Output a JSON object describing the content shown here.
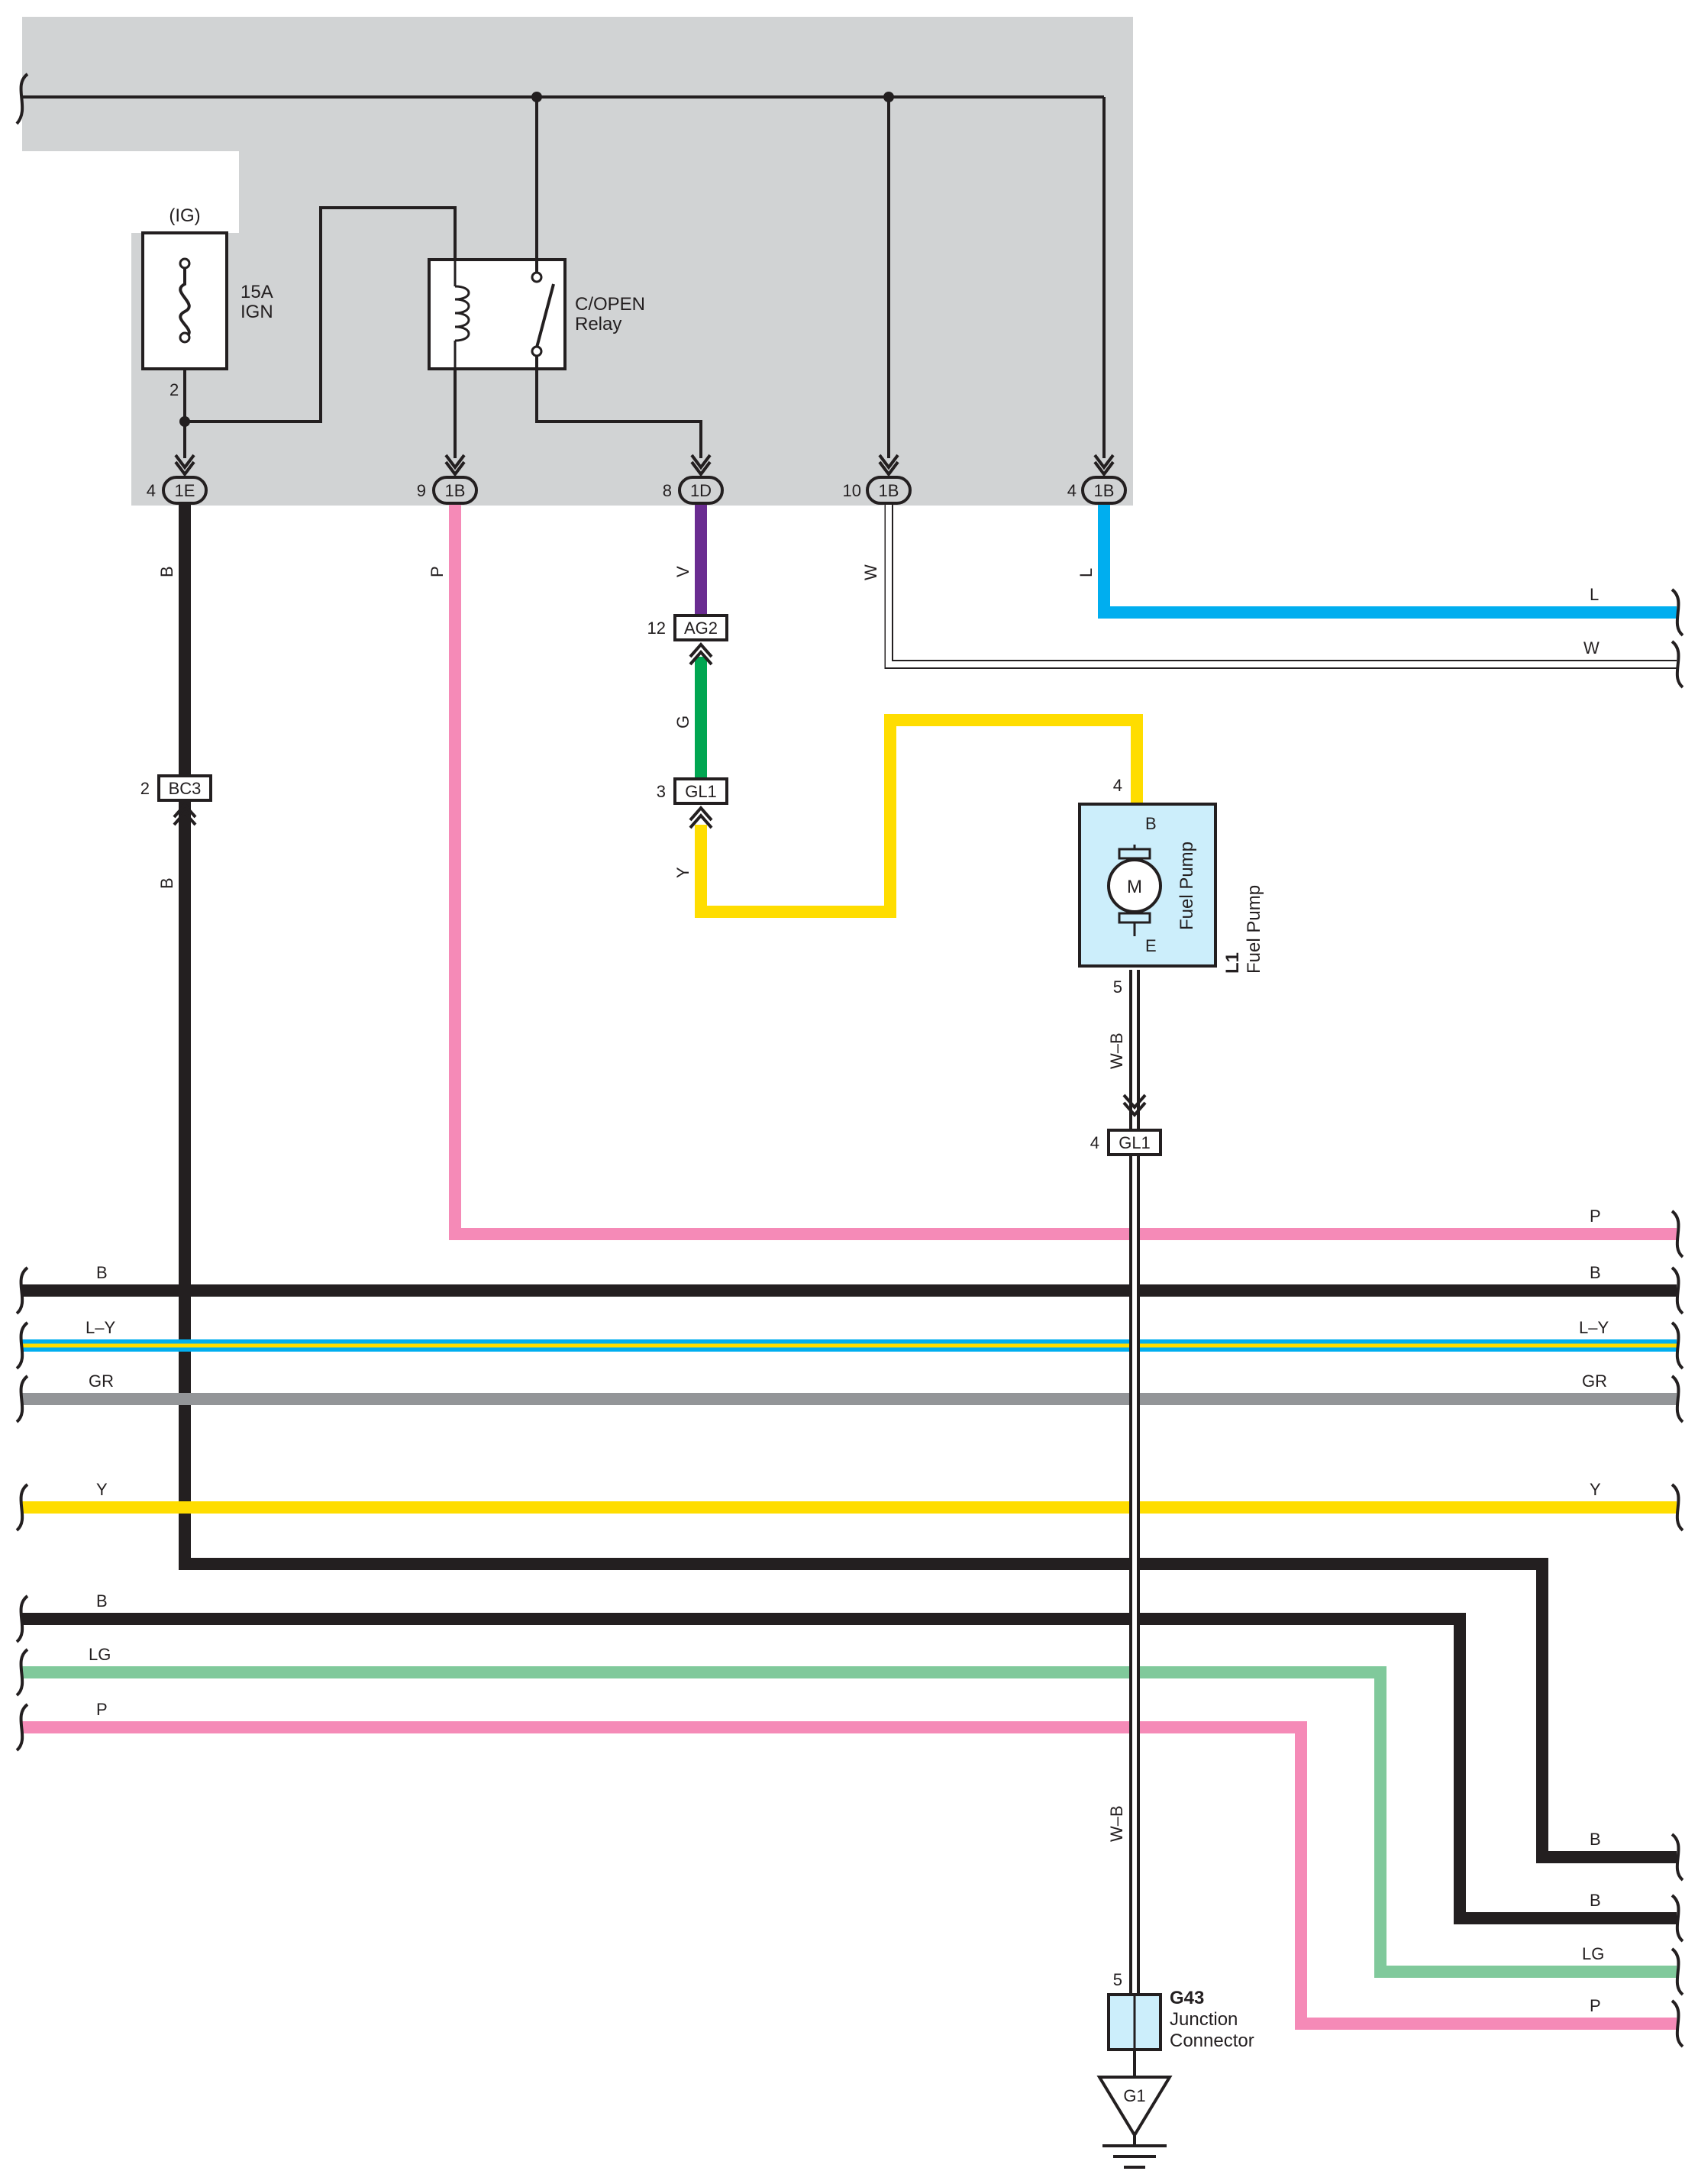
{
  "components": {
    "fuse": {
      "supply": "(IG)",
      "rating": "15A",
      "name": "IGN",
      "pin": "2"
    },
    "relay": {
      "name_line1": "C/OPEN",
      "name_line2": "Relay"
    },
    "fuel_pump": {
      "ref": "L1",
      "name": "Fuel Pump",
      "inner_name": "Fuel Pump",
      "motor": "M",
      "pin_b_label": "B",
      "pin_e_label": "E",
      "pin_top": "4",
      "pin_bottom": "5"
    },
    "junction": {
      "ref": "G43",
      "name_line1": "Junction",
      "name_line2": "Connector",
      "pin": "5"
    },
    "ground": {
      "ref": "G1"
    }
  },
  "connectors": [
    {
      "pin": "4",
      "code": "1E"
    },
    {
      "pin": "9",
      "code": "1B"
    },
    {
      "pin": "8",
      "code": "1D"
    },
    {
      "pin": "10",
      "code": "1B"
    },
    {
      "pin": "4",
      "code": "1B"
    },
    {
      "pin": "12",
      "code": "AG2"
    },
    {
      "pin": "3",
      "code": "GL1"
    },
    {
      "pin": "2",
      "code": "BC3"
    },
    {
      "pin": "4",
      "code": "GL1"
    }
  ],
  "wire_labels": {
    "vert_b": "B",
    "vert_p": "P",
    "vert_v": "V",
    "vert_w": "W",
    "vert_l": "L",
    "vert_g": "G",
    "vert_y": "Y",
    "vert_b2": "B",
    "vert_wb1": "W–B",
    "vert_wb2": "W–B",
    "right_l": "L",
    "right_w": "W",
    "right_p": "P"
  },
  "bus_wires": [
    {
      "left": "B",
      "right": "B",
      "color": "#231f20"
    },
    {
      "left": "L–Y",
      "right": "L–Y",
      "color": "#00aeef"
    },
    {
      "left": "GR",
      "right": "GR",
      "color": "#939598"
    },
    {
      "left": "Y",
      "right": "Y",
      "color": "#ffdd00"
    },
    {
      "left": "B",
      "right": "B",
      "color": "#231f20"
    },
    {
      "left": "LG",
      "right": "LG",
      "color": "#80c99b"
    },
    {
      "left": "P",
      "right": "P",
      "color": "#f58ab7"
    }
  ],
  "right_exits": {
    "b_from_bc3": "B"
  },
  "colors": {
    "black": "#231f20",
    "pink": "#f58ab7",
    "violet": "#6a2c91",
    "green": "#00a651",
    "yellow": "#ffdd00",
    "blue": "#00aeef",
    "gray": "#939598",
    "lightgreen": "#80c99b",
    "panel": "#d1d3d4",
    "component_fill": "#cceefb"
  }
}
